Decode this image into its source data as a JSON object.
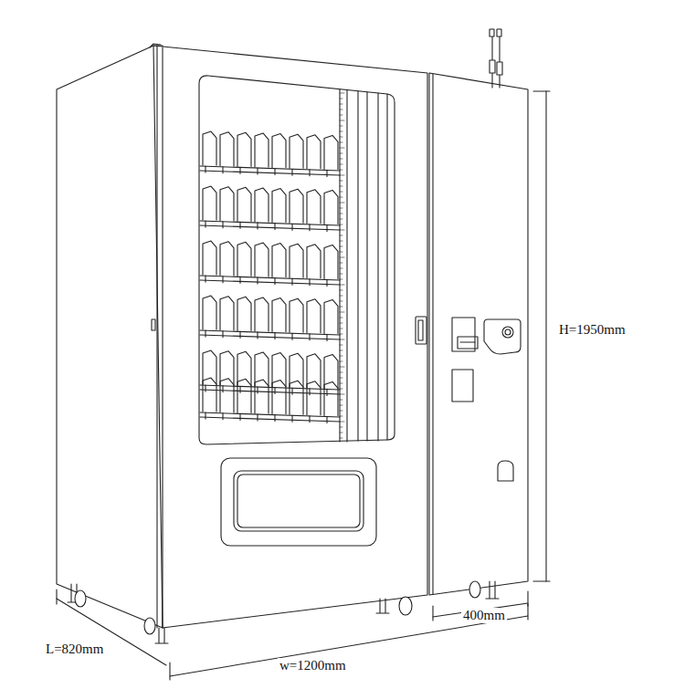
{
  "diagram": {
    "labels": [
      "H=1950mm",
      "400mm",
      "L=820mm",
      "w=1200mm"
    ]
  }
}
